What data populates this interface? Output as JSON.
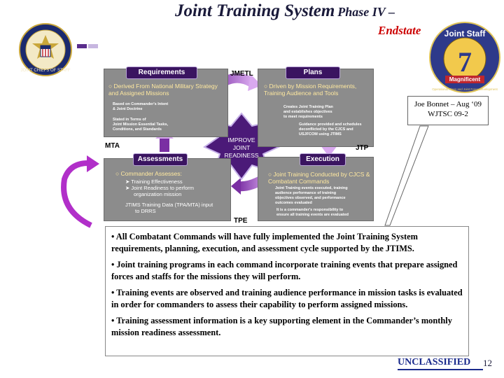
{
  "header": {
    "title_main": "Joint Training System",
    "title_phase": "Phase IV –",
    "subtitle": "Endstate"
  },
  "seal": {
    "text": "JOINT CHIEFS OF STAFF"
  },
  "badge": {
    "line1": "Joint Staff",
    "number": "7",
    "banner": "Magnificent",
    "ring": "Operational Plans and Joint Force Development"
  },
  "diagram": {
    "requirements": {
      "tab": "Requirements",
      "heading": "○  Derived From National Military Strategy and Assigned Missions",
      "line1": "Based on Commander's Intent",
      "line2": "& Joint Doctrine",
      "line3": "Stated in Terms of",
      "line4": "Joint Mission Essential Tasks,",
      "line5": "Conditions, and Standards"
    },
    "plans": {
      "tab": "Plans",
      "heading": "○  Driven by Mission Requirements, Training Audience and Tools",
      "line1": "Creates Joint Training Plan",
      "line2": "and  establishes objectives",
      "line3": "to meet  requirements",
      "line4": "Guidance provided and schedules",
      "line5": "deconflicted by the CJCS and",
      "line6": "USJFCOM using JTIMS"
    },
    "assessments": {
      "tab": "Assessments",
      "heading": "○  Commander Assesses:",
      "item1": "➤  Training Effectiveness",
      "item2": "➤  Joint Readiness to perform",
      "item2b": "organization mission",
      "line1": "JTIMS Training Data (TPA/MTA) input",
      "line2": "to DRRS"
    },
    "execution": {
      "tab": "Execution",
      "heading": "○  Joint Training Conducted by CJCS & Combatant Commands",
      "line1": "Joint Training events executed, training",
      "line2": "audience performance of training",
      "line3": "objectives observed,  and performance",
      "line4": "outcomes evaluated",
      "line5": "It is a commander's responsibility to",
      "line6": "ensure all training events are evaluated"
    },
    "center": {
      "line1": "IMPROVE",
      "line2": "JOINT",
      "line3": "READINESS"
    },
    "labels": {
      "jmetl": "JMETL",
      "mta": "MTA",
      "jtp": "JTP",
      "tpe": "TPE"
    }
  },
  "note": {
    "line1": "Joe Bonnet – Aug ‘09",
    "line2": "WJTSC 09-2"
  },
  "bullets": [
    "• All Combatant Commands will have fully implemented the Joint Training System requirements, planning, execution, and assessment cycle supported by the JTIMS.",
    "•  Joint training programs in each command incorporate training events that prepare assigned forces and staffs for the missions they will perform.",
    "•  Training events are observed and training audience performance in mission tasks is evaluated in order for commanders to assess their capability to perform assigned missions.",
    "•  Training assessment information is a key supporting element in the Commander’s monthly mission readiness assessment."
  ],
  "footer": {
    "classification": "UNCLASSIFIED",
    "page": "12"
  },
  "colors": {
    "purple": "#5a2d8c",
    "gray_panel": "#8c8c8c",
    "title_red": "#cc0000",
    "footer_blue": "#1a2a8c"
  }
}
